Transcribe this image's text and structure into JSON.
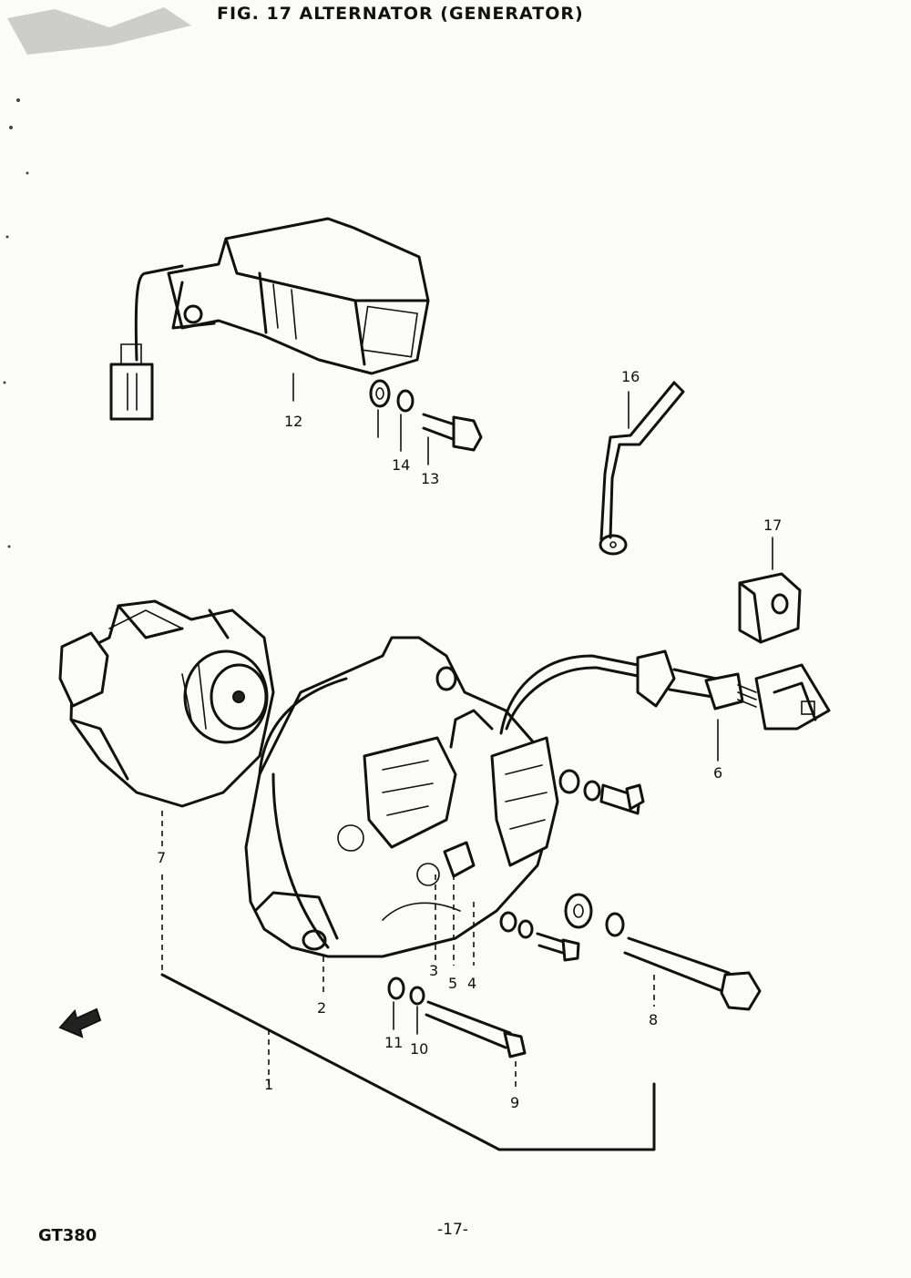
{
  "header": {
    "title": "FIG. 17  ALTERNATOR (GENERATOR)"
  },
  "footer": {
    "model": "GT380",
    "page_number": "-17-"
  },
  "callouts": {
    "c1": "1",
    "c2": "2",
    "c3": "3",
    "c4": "4",
    "c5": "5",
    "c6": "6",
    "c7": "7",
    "c8": "8",
    "c9": "9",
    "c10": "10",
    "c11": "11",
    "c12": "12",
    "c13": "13",
    "c14": "14",
    "c16": "16",
    "c17": "17"
  },
  "icons": {
    "front_arrow": "arrow-left-icon"
  }
}
